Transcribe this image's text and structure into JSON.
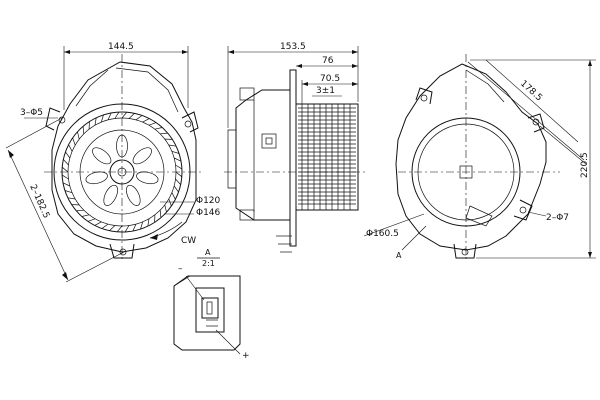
{
  "dimensions": {
    "front_width": "144.5",
    "holes_left": "3–Φ5",
    "span_left": "2–182.5",
    "dia_inner": "Φ120",
    "dia_outer": "Φ146",
    "side_total": "153.5",
    "side_a": "76",
    "side_b": "70.5",
    "side_c": "3±1",
    "rear_dia": "Φ160.5",
    "rear_span": "178.5",
    "rear_height": "220.5",
    "holes_right": "2–Φ7"
  },
  "labels": {
    "rotation": "CW",
    "section_mark": "A",
    "section_ref": "A",
    "section_scale": "2:1",
    "pole_negative": "–",
    "pole_positive": "+"
  }
}
